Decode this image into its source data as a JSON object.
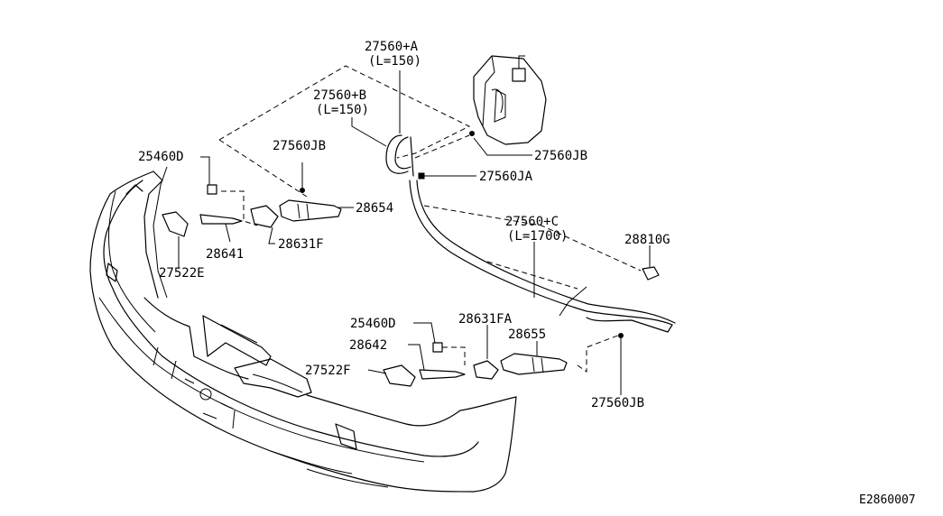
{
  "diagram": {
    "labels": {
      "hose_a_part": "27560+A",
      "hose_a_length": "(L=150)",
      "hose_b_part": "27560+B",
      "hose_b_length": "(L=150)",
      "hose_c_part": "27560+C",
      "hose_c_length": "(L=1700)",
      "joint_top_left": "27560JB",
      "joint_tank": "27560JB",
      "joint_bottom": "27560JB",
      "joint_ja": "27560JA",
      "screw_upper": "25460D",
      "screw_lower": "25460D",
      "nozzle_upper": "28654",
      "nozzle_lower": "28655",
      "bracket_upper": "28631F",
      "bracket_lower": "28631FA",
      "pin_upper": "28641",
      "pin_lower": "28642",
      "cover_upper": "27522E",
      "cover_lower": "27522F",
      "clip": "28810G"
    },
    "diagram_code": "E2860007"
  }
}
